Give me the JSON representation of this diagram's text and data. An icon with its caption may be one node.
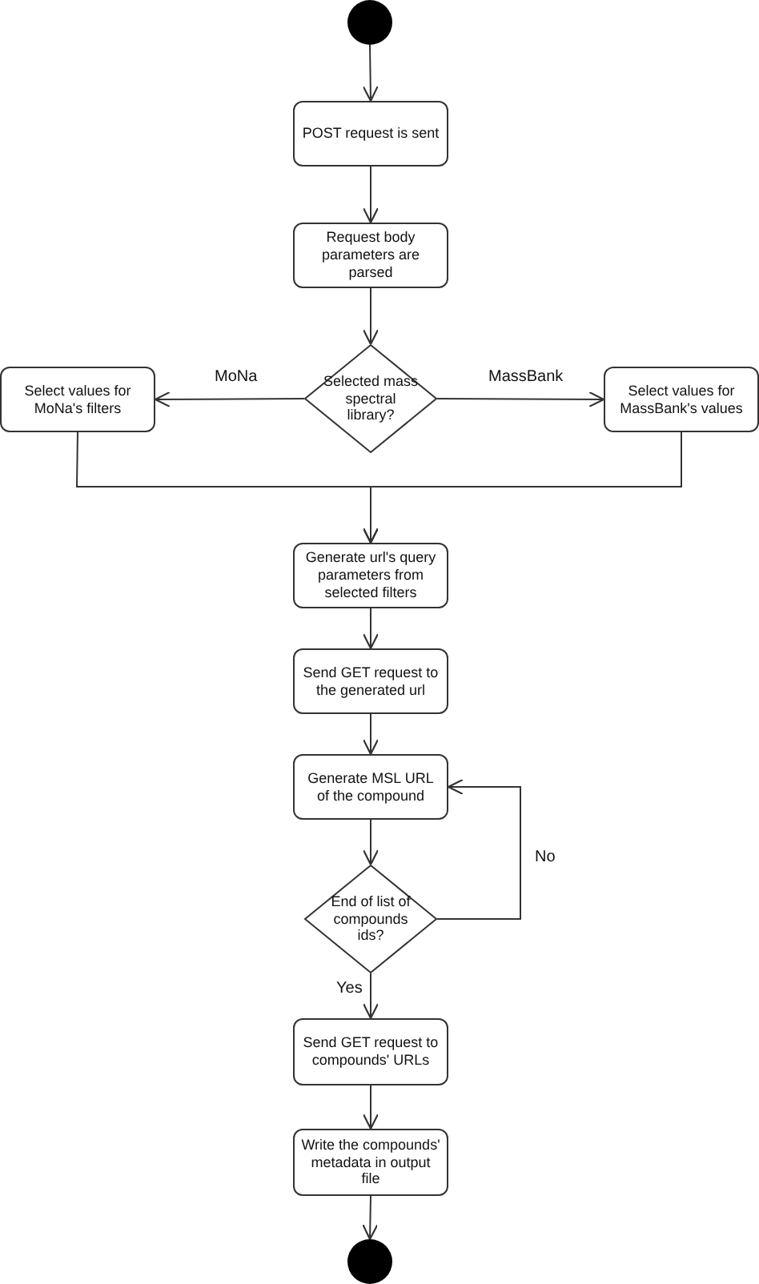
{
  "diagram": {
    "nodes": [
      {
        "text": [],
        "shape": "circle"
      },
      {
        "text": [
          "POST request is sent"
        ]
      },
      {
        "text": [
          "Request body parameters are parsed"
        ]
      },
      {
        "text": [
          "Selected mass spectral library?"
        ]
      },
      {
        "text": [
          "Select values for MoNa's filters"
        ]
      },
      {
        "text": [
          "Select values for MassBank's values"
        ]
      },
      {
        "text": [
          "Generate url's query parameters from selected filters"
        ]
      },
      {
        "text": [
          "Send GET request to the generated url"
        ]
      },
      {
        "text": [
          "Generate MSL URL of the compound"
        ]
      },
      {
        "text": [
          "End of list of compounds ids?"
        ]
      },
      {
        "text": [
          "Send GET request to compounds' URLs"
        ]
      },
      {
        "text": [
          "Write the compounds' metadata in output file"
        ]
      },
      {
        "text": [],
        "shape": "circle"
      }
    ],
    "edges": [
      {
        "from": 0,
        "to": 1,
        "arrow": "to"
      },
      {
        "from": 1,
        "to": 2,
        "arrow": "to"
      },
      {
        "from": 2,
        "to": 3,
        "arrow": "to"
      },
      {
        "from": 3,
        "to": 4,
        "arrow": "to",
        "label": "MoNa"
      },
      {
        "from": 3,
        "to": 5,
        "arrow": "to",
        "label": "MassBank"
      },
      {
        "from": 4,
        "to": 6,
        "arrow": "to"
      },
      {
        "from": 5,
        "to": 6,
        "arrow": "to"
      },
      {
        "from": 6,
        "to": 7,
        "arrow": "to"
      },
      {
        "from": 7,
        "to": 8,
        "arrow": "to"
      },
      {
        "from": 8,
        "to": 9,
        "arrow": "to"
      },
      {
        "from": 9,
        "to": 8,
        "arrow": "to",
        "label": "No"
      },
      {
        "from": 9,
        "to": 10,
        "arrow": "to",
        "label": "Yes"
      },
      {
        "from": 10,
        "to": 11,
        "arrow": "to"
      },
      {
        "from": 11,
        "to": 12,
        "arrow": "to"
      }
    ]
  }
}
